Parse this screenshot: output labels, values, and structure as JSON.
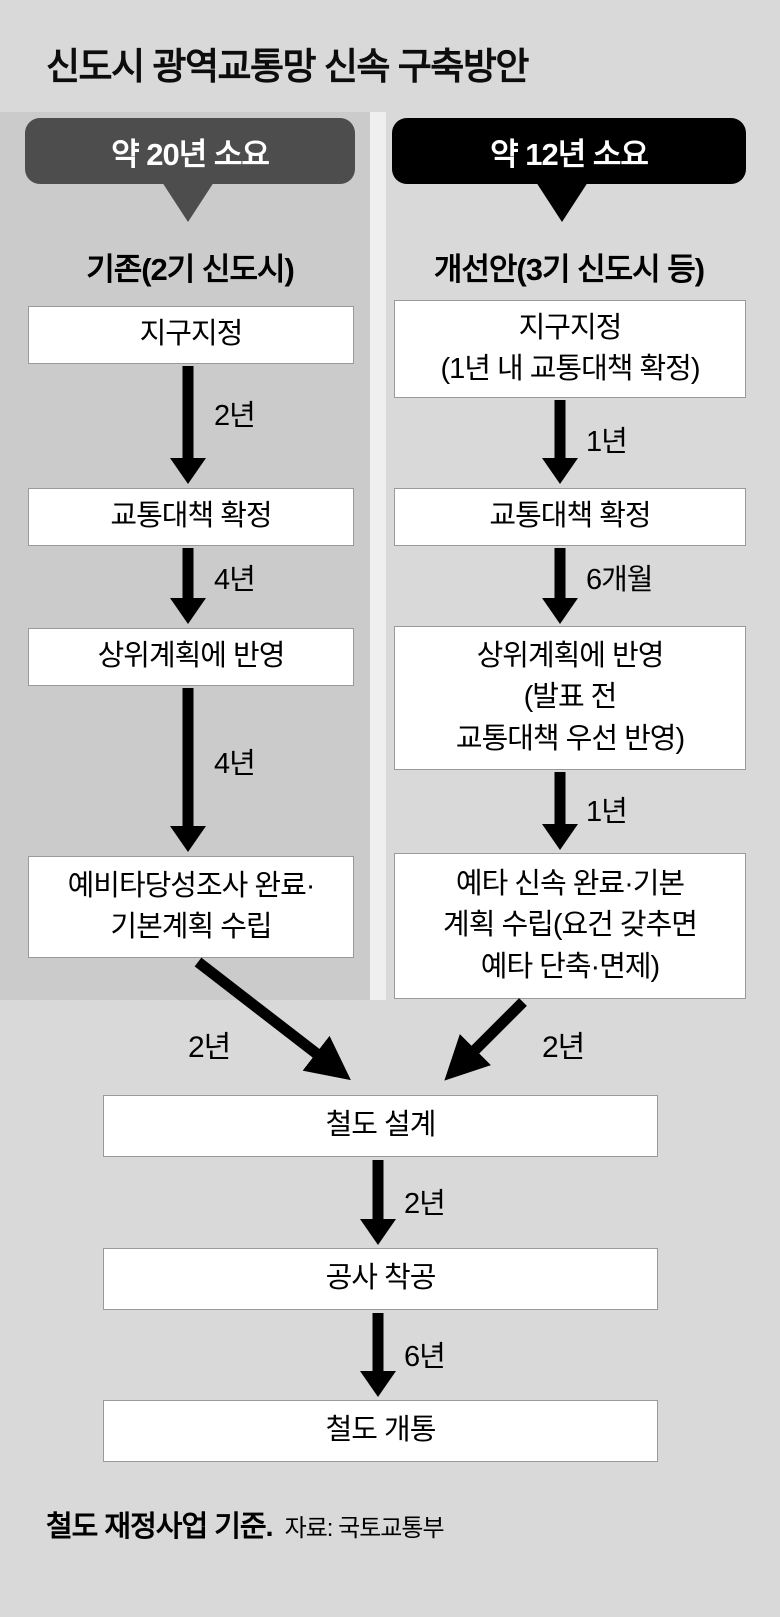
{
  "title": "신도시 광역교통망 신속 구축방안",
  "left": {
    "header": "약 20년 소요",
    "subtitle": "기존(2기 신도시)",
    "steps": [
      "지구지정",
      "교통대책 확정",
      "상위계획에 반영",
      "예비타당성조사 완료·\n기본계획 수립"
    ],
    "durations": [
      "2년",
      "4년",
      "4년"
    ],
    "merge_duration": "2년"
  },
  "right": {
    "header": "약 12년 소요",
    "subtitle": "개선안(3기 신도시 등)",
    "steps": [
      "지구지정\n(1년 내 교통대책 확정)",
      "교통대책 확정",
      "상위계획에 반영\n(발표 전\n교통대책 우선 반영)",
      "예타 신속 완료·기본\n계획 수립(요건 갖추면\n예타 단축·면제)"
    ],
    "durations": [
      "1년",
      "6개월",
      "1년"
    ],
    "merge_duration": "2년"
  },
  "common": {
    "steps": [
      "철도 설계",
      "공사 착공",
      "철도 개통"
    ],
    "durations": [
      "2년",
      "6년"
    ]
  },
  "footer": {
    "note": "철도 재정사업 기준.",
    "source": "자료: 국토교통부"
  },
  "colors": {
    "page_bg": "#d9d9d9",
    "left_panel_bg": "#cbcbcb",
    "left_header_bg": "#4d4d4d",
    "right_header_bg": "#000000",
    "box_bg": "#ffffff",
    "arrow": "#000000"
  }
}
